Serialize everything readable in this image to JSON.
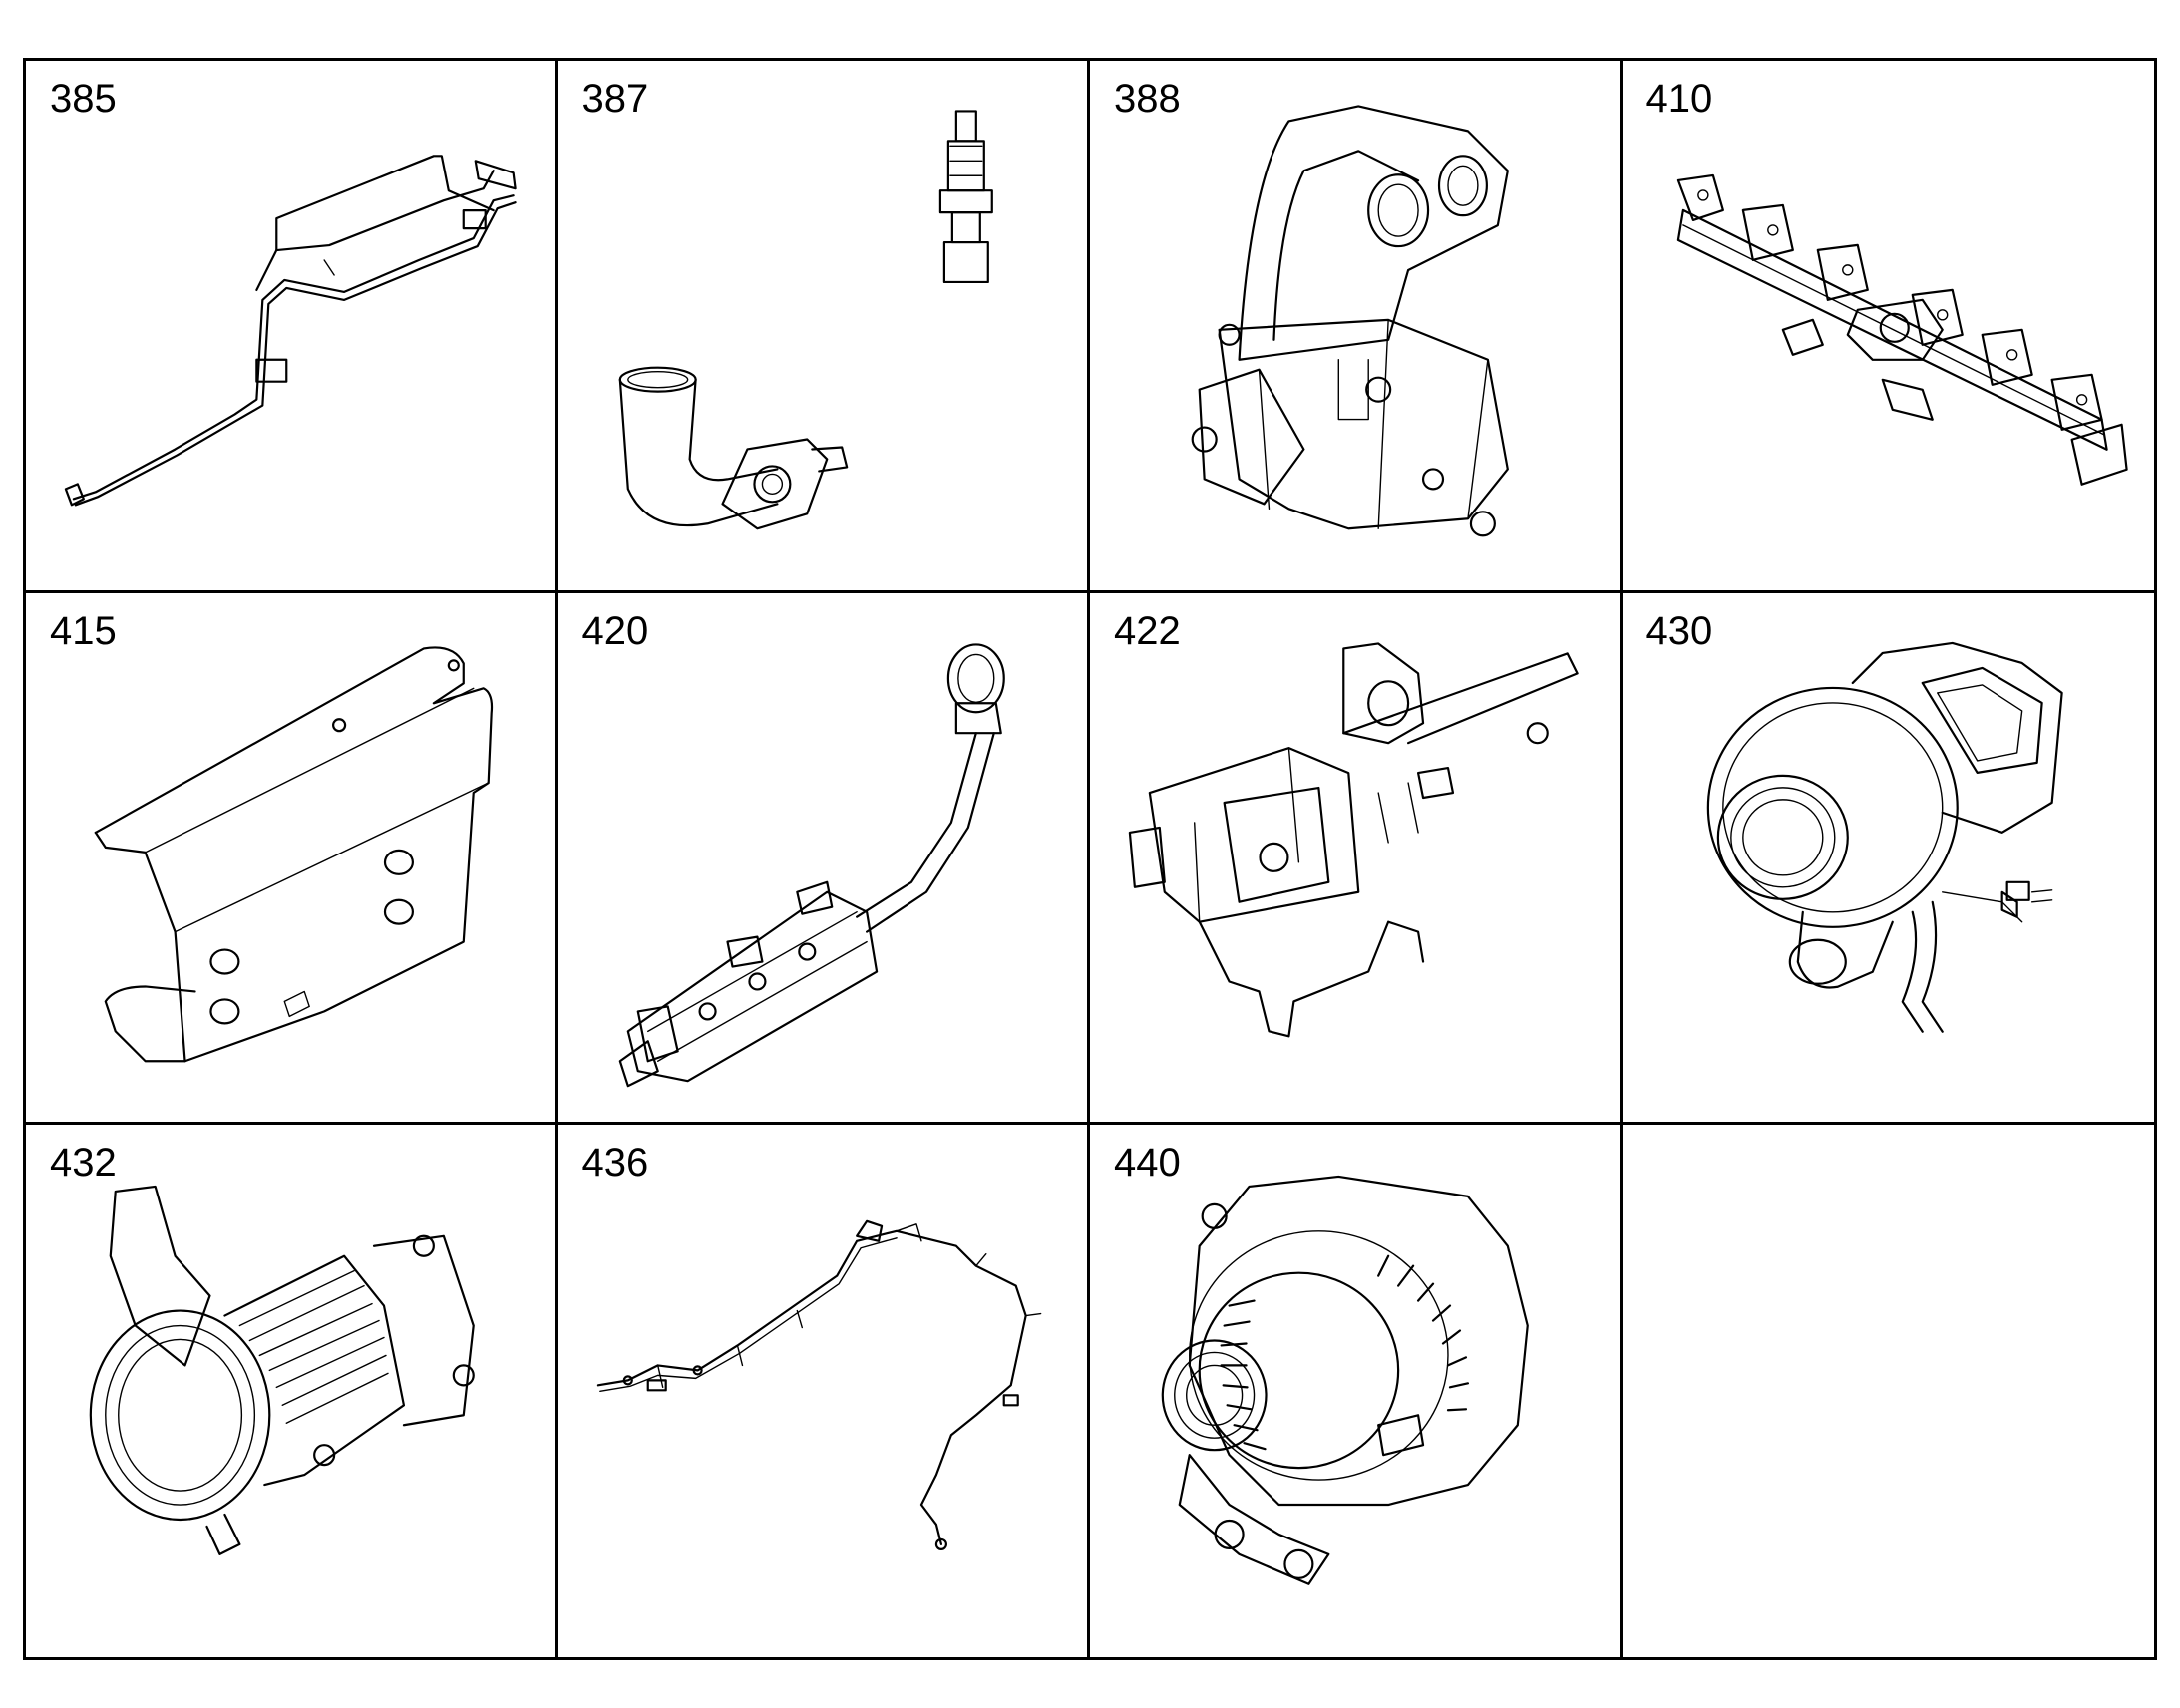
{
  "cells": [
    {
      "number": "385",
      "icon": "tube-assembly-icon"
    },
    {
      "number": "387",
      "icon": "fitting-elbow-icon"
    },
    {
      "number": "388",
      "icon": "housing-manifold-icon"
    },
    {
      "number": "410",
      "icon": "exhaust-manifold-icon"
    },
    {
      "number": "415",
      "icon": "heat-shield-icon"
    },
    {
      "number": "420",
      "icon": "egr-cooler-icon"
    },
    {
      "number": "422",
      "icon": "bracket-actuator-icon"
    },
    {
      "number": "430",
      "icon": "turbocharger-icon"
    },
    {
      "number": "432",
      "icon": "exhaust-connection-icon"
    },
    {
      "number": "436",
      "icon": "wiring-harness-icon"
    },
    {
      "number": "440",
      "icon": "alternator-icon"
    },
    {
      "number": "",
      "icon": ""
    }
  ]
}
